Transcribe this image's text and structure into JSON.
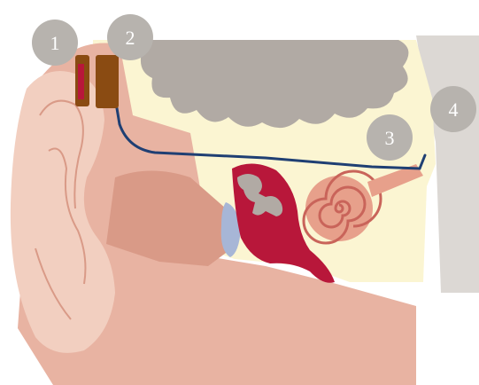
{
  "markers": [
    {
      "label": "1"
    },
    {
      "label": "2"
    },
    {
      "label": "3"
    },
    {
      "label": "4"
    }
  ],
  "colors": {
    "skin_outer": "#f2cfc0",
    "skin_mid": "#e8b3a2",
    "skin_deep": "#d99a87",
    "bone": "#fbf5d2",
    "brain_bone": "#b1aaa4",
    "middle_ear": "#b8173a",
    "cochlea": "#e7a08b",
    "cochlea_stripe": "#c9645a",
    "eardrum": "#a7b6d6",
    "wire": "#1f3f73",
    "skull_wall": "#dcd8d4",
    "device_brown": "#8a4b12",
    "marker_circle": "#b7b3ae"
  }
}
